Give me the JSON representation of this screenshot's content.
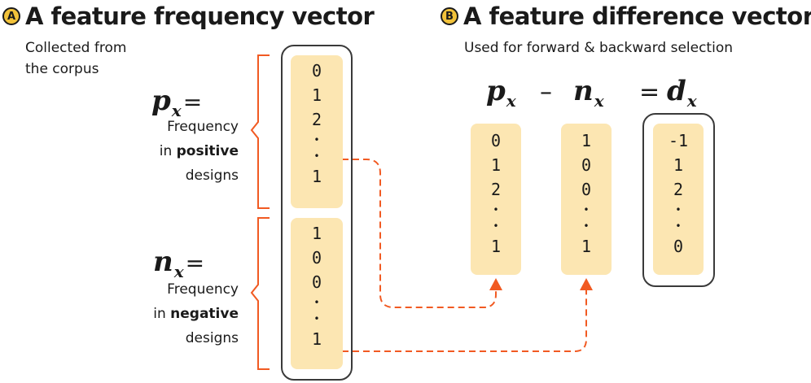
{
  "panel_a": {
    "badge": "A",
    "title": "A feature frequency vector",
    "subtitle_line1": "Collected from",
    "subtitle_line2": "the corpus",
    "positive": {
      "symbol": "p",
      "subscript": "x",
      "equals": "=",
      "line1": "Frequency",
      "line2_prefix": "in ",
      "line2_bold": "positive",
      "line3": "designs",
      "values": [
        "0",
        "1",
        "2",
        "•",
        "•",
        "1"
      ]
    },
    "negative": {
      "symbol": "n",
      "subscript": "x",
      "equals": "=",
      "line1": "Frequency",
      "line2_prefix": "in ",
      "line2_bold": "negative",
      "line3": "designs",
      "values": [
        "1",
        "0",
        "0",
        "•",
        "•",
        "1"
      ]
    }
  },
  "panel_b": {
    "badge": "B",
    "title": "A feature difference vector",
    "subtitle": "Used for forward & backward selection",
    "p_symbol": "p",
    "p_subscript": "x",
    "minus": "–",
    "n_symbol": "n",
    "n_subscript": "x",
    "equals": "=",
    "d_symbol": "d",
    "d_subscript": "x",
    "p_values": [
      "0",
      "1",
      "2",
      "•",
      "•",
      "1"
    ],
    "n_values": [
      "1",
      "0",
      "0",
      "•",
      "•",
      "1"
    ],
    "d_values": [
      "-1",
      "1",
      "2",
      "•",
      "•",
      "0"
    ]
  },
  "colors": {
    "accent": "#f15a22",
    "cell_fill": "#fce6b2",
    "badge_fill": "#f2c23a",
    "outline": "#3a3a3a"
  }
}
